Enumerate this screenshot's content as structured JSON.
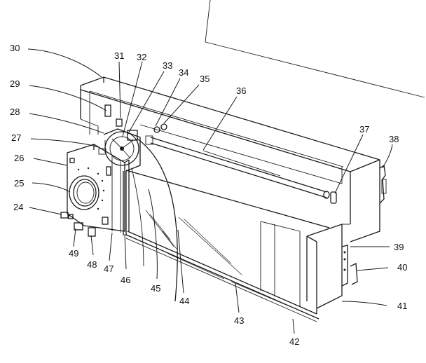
{
  "diagram": {
    "callouts": [
      {
        "id": "c30",
        "text": "30"
      },
      {
        "id": "c31",
        "text": "31"
      },
      {
        "id": "c32",
        "text": "32"
      },
      {
        "id": "c33",
        "text": "33"
      },
      {
        "id": "c34",
        "text": "34"
      },
      {
        "id": "c35",
        "text": "35"
      },
      {
        "id": "c36",
        "text": "36"
      },
      {
        "id": "c29",
        "text": "29"
      },
      {
        "id": "c28",
        "text": "28"
      },
      {
        "id": "c27",
        "text": "27"
      },
      {
        "id": "c26",
        "text": "26"
      },
      {
        "id": "c25",
        "text": "25"
      },
      {
        "id": "c24",
        "text": "24"
      },
      {
        "id": "c49",
        "text": "49"
      },
      {
        "id": "c48",
        "text": "48"
      },
      {
        "id": "c47",
        "text": "47"
      },
      {
        "id": "c46",
        "text": "46"
      },
      {
        "id": "c45",
        "text": "45"
      },
      {
        "id": "c44",
        "text": "44"
      },
      {
        "id": "c43",
        "text": "43"
      },
      {
        "id": "c42",
        "text": "42"
      },
      {
        "id": "c41",
        "text": "41"
      },
      {
        "id": "c40",
        "text": "40"
      },
      {
        "id": "c39",
        "text": "39"
      },
      {
        "id": "c38",
        "text": "38"
      },
      {
        "id": "c37",
        "text": "37"
      }
    ]
  }
}
